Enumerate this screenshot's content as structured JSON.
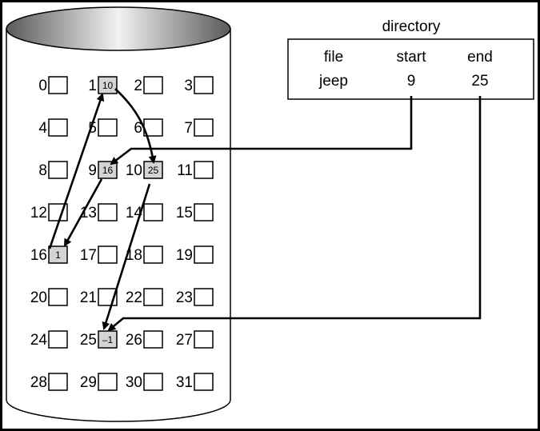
{
  "directory": {
    "title": "directory",
    "headers": {
      "file": "file",
      "start": "start",
      "end": "end"
    },
    "entry": {
      "file": "jeep",
      "start": "9",
      "end": "25"
    }
  },
  "blocks": [
    {
      "label": "0"
    },
    {
      "label": "1",
      "value": "10"
    },
    {
      "label": "2"
    },
    {
      "label": "3"
    },
    {
      "label": "4"
    },
    {
      "label": "5"
    },
    {
      "label": "6"
    },
    {
      "label": "7"
    },
    {
      "label": "8"
    },
    {
      "label": "9",
      "value": "16"
    },
    {
      "label": "10",
      "value": "25"
    },
    {
      "label": "11"
    },
    {
      "label": "12"
    },
    {
      "label": "13"
    },
    {
      "label": "14"
    },
    {
      "label": "15"
    },
    {
      "label": "16",
      "value": "1"
    },
    {
      "label": "17"
    },
    {
      "label": "18"
    },
    {
      "label": "19"
    },
    {
      "label": "20"
    },
    {
      "label": "21"
    },
    {
      "label": "22"
    },
    {
      "label": "23"
    },
    {
      "label": "24"
    },
    {
      "label": "25",
      "value": "–1"
    },
    {
      "label": "26"
    },
    {
      "label": "27"
    },
    {
      "label": "28"
    },
    {
      "label": "29"
    },
    {
      "label": "30"
    },
    {
      "label": "31"
    }
  ],
  "colors": {
    "used_block_fill": "#d4d4d4",
    "empty_block_fill": "#ffffff",
    "outline": "#000000"
  }
}
